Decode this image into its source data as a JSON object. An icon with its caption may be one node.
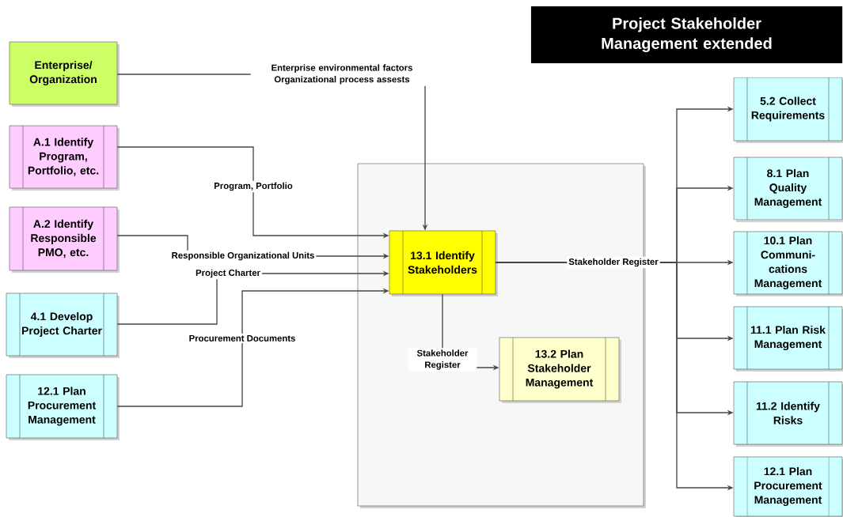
{
  "diagram": {
    "title": "Project Stakeholder Management extended",
    "nodes": [
      {
        "text": [
          "Enterprise/ Organization"
        ]
      },
      {
        "text": [
          "A.1 Identify Program, Portfolio, etc."
        ]
      },
      {
        "text": [
          "A.2 Identify Responsible PMO, etc."
        ]
      },
      {
        "text": [
          "4.1 Develop Project Charter"
        ]
      },
      {
        "text": [
          "12.1 Plan Procurement Management"
        ]
      },
      {
        "text": [],
        "shape": "box"
      },
      {
        "text": [
          "13.1 Identify Stakeholders"
        ],
        "in": 5
      },
      {
        "text": [
          "13.2 Plan Stakeholder Management"
        ],
        "in": 5
      },
      {
        "text": [
          "5.2 Collect Requirements"
        ]
      },
      {
        "text": [
          "8.1 Plan Quality Management"
        ]
      },
      {
        "text": [
          "10.1 Plan Communi- cations Management"
        ]
      },
      {
        "text": [
          "11.1 Plan Risk Management"
        ]
      },
      {
        "text": [
          "11.2 Identify Risks"
        ]
      },
      {
        "text": [
          "12.1 Plan Procurement Management"
        ]
      }
    ],
    "edges": [
      {
        "from": 0,
        "to": 6,
        "arrow": "to",
        "label": "Enterprise environmental factors Organizational process assests"
      },
      {
        "from": 1,
        "to": 6,
        "arrow": "to",
        "label": "Program, Portfolio"
      },
      {
        "from": 2,
        "to": 6,
        "arrow": "to",
        "label": "Responsible Organizational Units"
      },
      {
        "from": 3,
        "to": 6,
        "arrow": "to",
        "label": "Project Charter"
      },
      {
        "from": 4,
        "to": 6,
        "arrow": "to",
        "label": "Procurement Documents"
      },
      {
        "from": 6,
        "to": 7,
        "arrow": "to",
        "label": "Stakeholder Register"
      },
      {
        "from": 6,
        "to": 8,
        "arrow": "to"
      },
      {
        "from": 6,
        "to": 9,
        "arrow": "to"
      },
      {
        "from": 6,
        "to": 10,
        "arrow": "to",
        "label": "Stakeholder Register"
      },
      {
        "from": 6,
        "to": 11,
        "arrow": "to"
      },
      {
        "from": 6,
        "to": 12,
        "arrow": "to"
      },
      {
        "from": 6,
        "to": 13,
        "arrow": "to"
      }
    ]
  }
}
